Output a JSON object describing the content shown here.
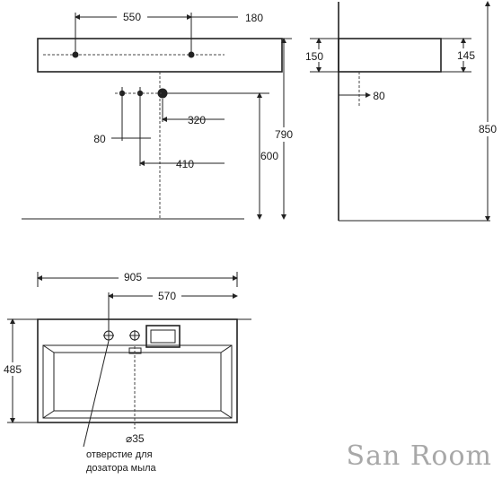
{
  "dimensions": {
    "top_width": "550",
    "top_offset": "180",
    "side_height": "150",
    "side_depth": "145",
    "spout_offset": "80",
    "total_height": "790",
    "total_height_side": "850",
    "mount_height": "600",
    "holes_80": "80",
    "holes_320": "320",
    "holes_410": "410",
    "plan_width": "905",
    "plan_offset": "570",
    "plan_depth": "485",
    "hole_diameter": "⌀35"
  },
  "annotation": {
    "line1": "отверстие для",
    "line2": "дозатора мыла"
  },
  "watermark": "San Room"
}
